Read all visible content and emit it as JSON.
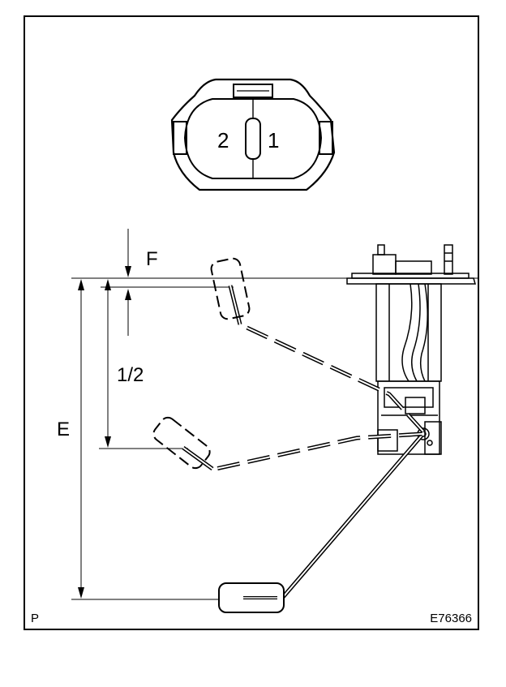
{
  "connector": {
    "pin_left": "2",
    "pin_right": "1"
  },
  "labels": {
    "f": "F",
    "half": "1/2",
    "e": "E"
  },
  "corner_left": "P",
  "figure_code": "E76366",
  "colors": {
    "line": "#000000",
    "background": "#ffffff"
  }
}
